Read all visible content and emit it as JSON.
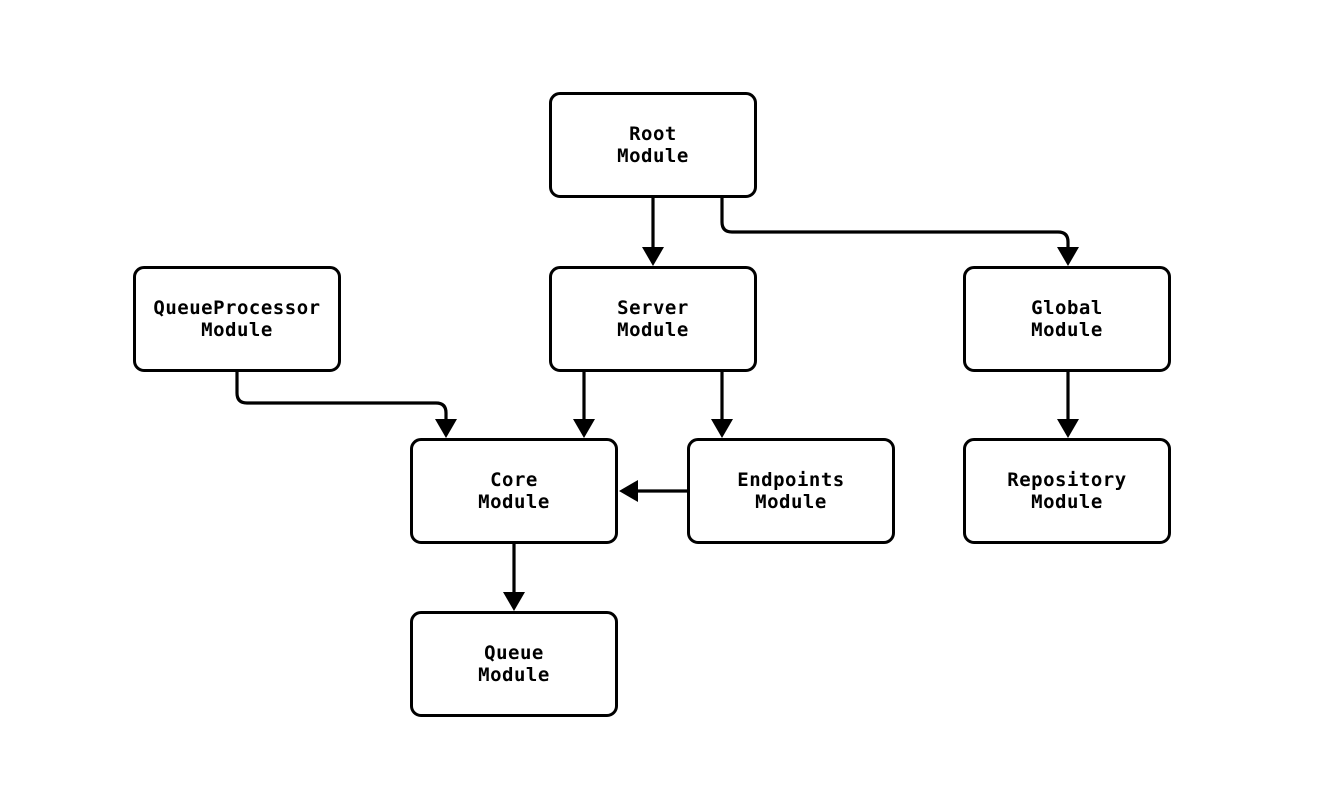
{
  "diagram": {
    "type": "flowchart",
    "background_color": "#ffffff",
    "node_fill_color": "#ffffff",
    "stroke_color": "#000000",
    "nodes": [
      {
        "id": "root",
        "label": "Root\nModule"
      },
      {
        "id": "queueprocessor",
        "label": "QueueProcessor\nModule"
      },
      {
        "id": "server",
        "label": "Server\nModule"
      },
      {
        "id": "global",
        "label": "Global\nModule"
      },
      {
        "id": "core",
        "label": "Core\nModule"
      },
      {
        "id": "endpoints",
        "label": "Endpoints\nModule"
      },
      {
        "id": "repository",
        "label": "Repository\nModule"
      },
      {
        "id": "queue",
        "label": "Queue\nModule"
      }
    ],
    "edges": [
      {
        "from": "root",
        "to": "server"
      },
      {
        "from": "root",
        "to": "global"
      },
      {
        "from": "queueprocessor",
        "to": "core"
      },
      {
        "from": "server",
        "to": "core"
      },
      {
        "from": "server",
        "to": "endpoints"
      },
      {
        "from": "endpoints",
        "to": "core"
      },
      {
        "from": "global",
        "to": "repository"
      },
      {
        "from": "core",
        "to": "queue"
      }
    ]
  }
}
